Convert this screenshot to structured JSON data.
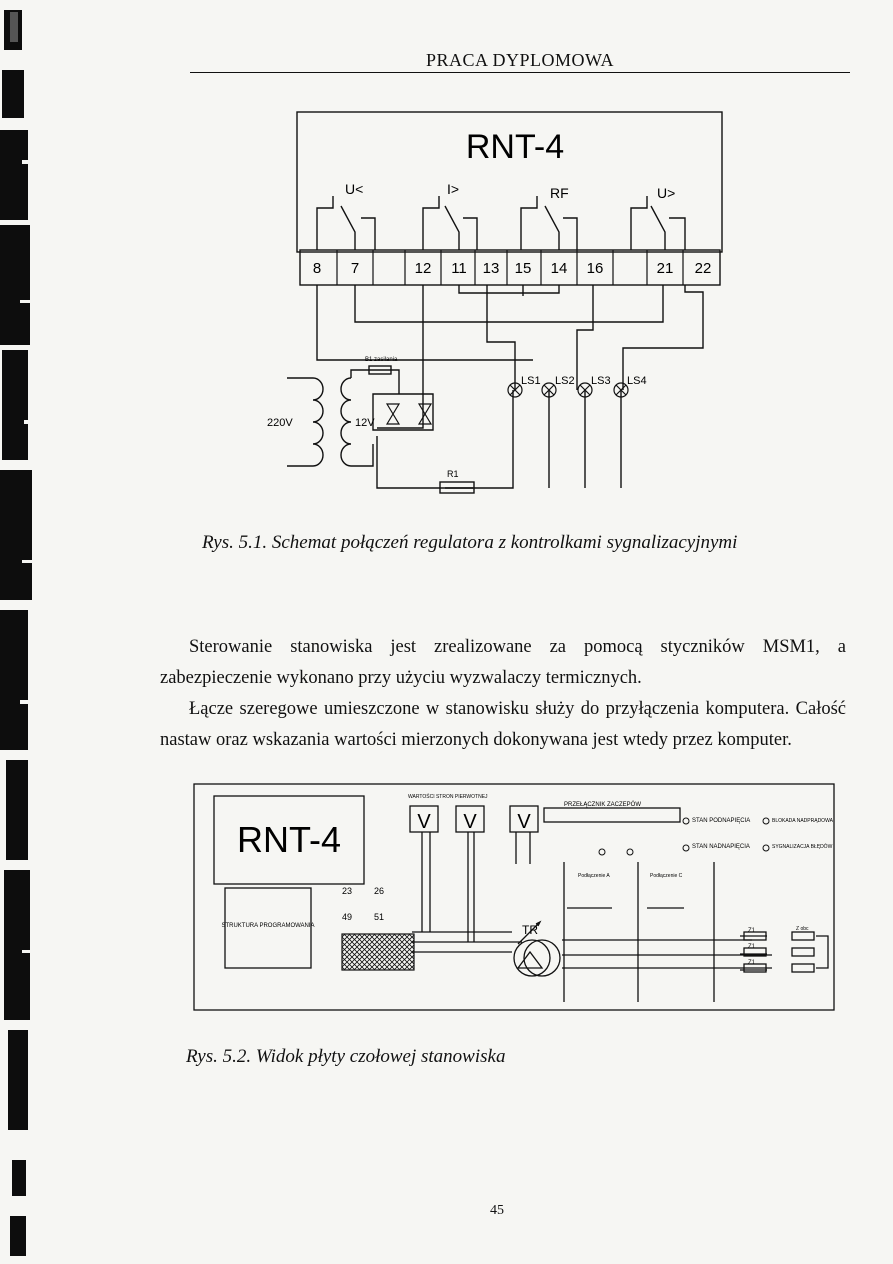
{
  "header": {
    "title": "PRACA DYPLOMOWA"
  },
  "figure1": {
    "title": "RNT-4",
    "relay_labels": [
      "U<",
      "I>",
      "RF",
      "U>"
    ],
    "terminals": [
      "8",
      "7",
      "",
      "12",
      "11",
      "13",
      "15",
      "14",
      "16",
      "",
      "21",
      "22"
    ],
    "lamps": [
      "LS1",
      "LS2",
      "LS3",
      "LS4"
    ],
    "fuse_label": "B1 zasilania",
    "voltage_primary": "220V",
    "voltage_secondary": "12V",
    "resistor_label": "R1",
    "caption": "Rys. 5.1. Schemat połączeń regulatora z kontrolkami sygnalizacyjnymi"
  },
  "body": {
    "paragraph1": "Sterowanie stanowiska jest zrealizowane za pomocą styczników MSM1, a zabezpieczenie wykonano przy użyciu wyzwalaczy termicznych.",
    "paragraph2": "Łącze szeregowe umieszczone w stanowisku służy do przyłączenia komputera. Całość nastaw oraz wskazania wartości mierzonych dokonywana jest wtedy przez komputer."
  },
  "figure2": {
    "display": "RNT-4",
    "meters_label": "WARTOŚCI STRON PIERWOTNEJ",
    "meter_symbol": "V",
    "switch_label": "PRZEŁĄCZNIK ZACZEPÓW",
    "state_undervoltage": "STAN PODNAPIĘCIA",
    "state_overvoltage": "STAN NADNAPIĘCIA",
    "block_overvoltage": "BLOKADA NADPRĄDOWA",
    "error_signal": "SYGNALIZACJA BŁĘDÓW",
    "program_structure": "STRUKTURA PROGRAMOWANIA",
    "terminal_numbers": [
      "23",
      "26",
      "49",
      "51"
    ],
    "transformer": "TR",
    "tap_a": "Podłączenie A",
    "tap_c": "Podłączenie C",
    "z_labels": [
      "Z1",
      "Z1",
      "Z1"
    ],
    "load_label": "Z obc",
    "caption": "Rys. 5.2. Widok płyty czołowej stanowiska"
  },
  "page_number": "45"
}
